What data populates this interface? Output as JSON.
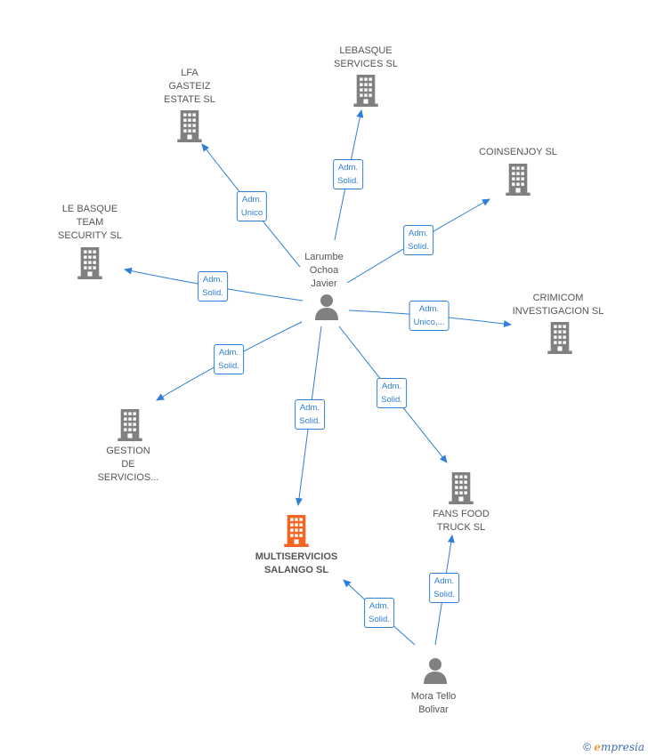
{
  "colors": {
    "edge": "#2e7fd6",
    "company": "#808080",
    "focus_company": "#f26522",
    "person": "#808080",
    "label_text": "#555555"
  },
  "nodes": {
    "larumbe": {
      "kind": "person",
      "label": "Larumbe\nOchoa\nJavier"
    },
    "mora": {
      "kind": "person",
      "label": "Mora Tello\nBolivar"
    },
    "lebasque": {
      "kind": "company",
      "label": "LEBASQUE\nSERVICES  SL"
    },
    "lfa": {
      "kind": "company",
      "label": "LFA\nGASTEIZ\nESTATE  SL"
    },
    "coinsenjoy": {
      "kind": "company",
      "label": "COINSENJOY SL"
    },
    "lebasque_team": {
      "kind": "company",
      "label": "LE BASQUE\nTEAM\nSECURITY  SL"
    },
    "crimicom": {
      "kind": "company",
      "label": "CRIMICOM\nINVESTIGACION SL"
    },
    "gestion": {
      "kind": "company",
      "label": "GESTION\nDE\nSERVICIOS..."
    },
    "fans": {
      "kind": "company",
      "label": "FANS FOOD\nTRUCK  SL"
    },
    "multiservicios": {
      "kind": "focus-company",
      "label": "MULTISERVICIOS\nSALANGO  SL"
    }
  },
  "edges": [
    {
      "from": "larumbe",
      "to": "lfa",
      "label": "Adm.\nUnico"
    },
    {
      "from": "larumbe",
      "to": "lebasque",
      "label": "Adm.\nSolid."
    },
    {
      "from": "larumbe",
      "to": "coinsenjoy",
      "label": "Adm.\nSolid."
    },
    {
      "from": "larumbe",
      "to": "lebasque_team",
      "label": "Adm.\nSolid."
    },
    {
      "from": "larumbe",
      "to": "crimicom",
      "label": "Adm.\nUnico,..."
    },
    {
      "from": "larumbe",
      "to": "gestion",
      "label": "Adm.\nSolid."
    },
    {
      "from": "larumbe",
      "to": "multiservicios",
      "label": "Adm.\nSolid."
    },
    {
      "from": "larumbe",
      "to": "fans",
      "label": "Adm.\nSolid."
    },
    {
      "from": "mora",
      "to": "multiservicios",
      "label": "Adm.\nSolid."
    },
    {
      "from": "mora",
      "to": "fans",
      "label": "Adm.\nSolid."
    }
  ],
  "footer": {
    "copyright": "©",
    "brand_initial": "e",
    "brand_rest": "mpresia"
  }
}
